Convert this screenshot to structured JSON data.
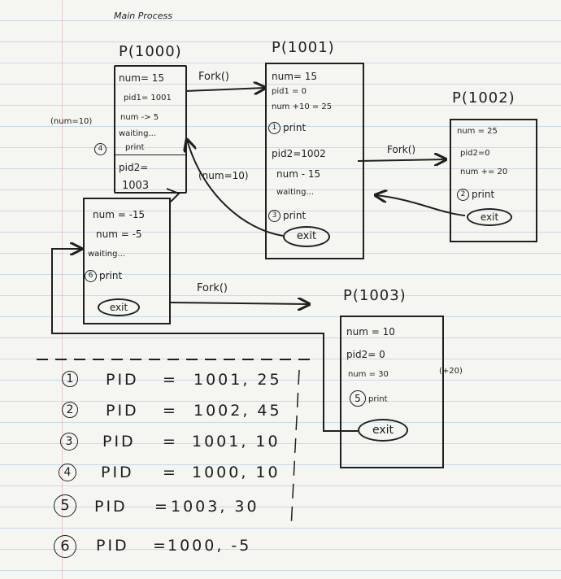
{
  "header": {
    "main_process": "Main Process"
  },
  "p1000": {
    "title": "P(1000)",
    "lines": [
      "num= 15",
      "pid1= 1001",
      "num -> 5",
      "waiting...",
      "print",
      "pid2=",
      "1003"
    ],
    "note": "(num=10)",
    "circle": "4"
  },
  "p1001": {
    "title": "P(1001)",
    "lines": [
      "num= 15",
      "pid1 = 0",
      "num +10 = 25",
      "print",
      "pid2=1002",
      "num - 15",
      "waiting...",
      "print"
    ],
    "circle_a": "1",
    "circle_b": "3",
    "exit": "exit"
  },
  "p1002": {
    "title": "P(1002)",
    "lines": [
      "num = 25",
      "pid2=0",
      "num += 20",
      "print"
    ],
    "circle": "2",
    "exit": "exit"
  },
  "p1003": {
    "title": "P(1003)",
    "lines": [
      "num = 10",
      "pid2= 0",
      "num = 30",
      "print"
    ],
    "circle": "5",
    "note": "(+20)",
    "exit": "exit"
  },
  "child_box": {
    "lines": [
      "num = -15",
      "num = -5",
      "waiting...",
      "print"
    ],
    "circle": "6",
    "exit": "exit"
  },
  "arrows": {
    "fork_1": "Fork()",
    "fork_2": "Fork()",
    "fork_3": "Fork()",
    "num_note": "(num=10)"
  },
  "legend": [
    {
      "n": "1",
      "pid": "PID",
      "eq": "=",
      "val": "1001, 25"
    },
    {
      "n": "2",
      "pid": "PID",
      "eq": "=",
      "val": "1002, 45"
    },
    {
      "n": "3",
      "pid": "PID",
      "eq": "=",
      "val": "1001, 10"
    },
    {
      "n": "4",
      "pid": "PID",
      "eq": "=",
      "val": "1000, 10"
    },
    {
      "n": "5",
      "pid": "PID",
      "eq": "=",
      "val": "1003, 30"
    },
    {
      "n": "6",
      "pid": "PID",
      "eq": "=",
      "val": "1000, -5"
    }
  ]
}
